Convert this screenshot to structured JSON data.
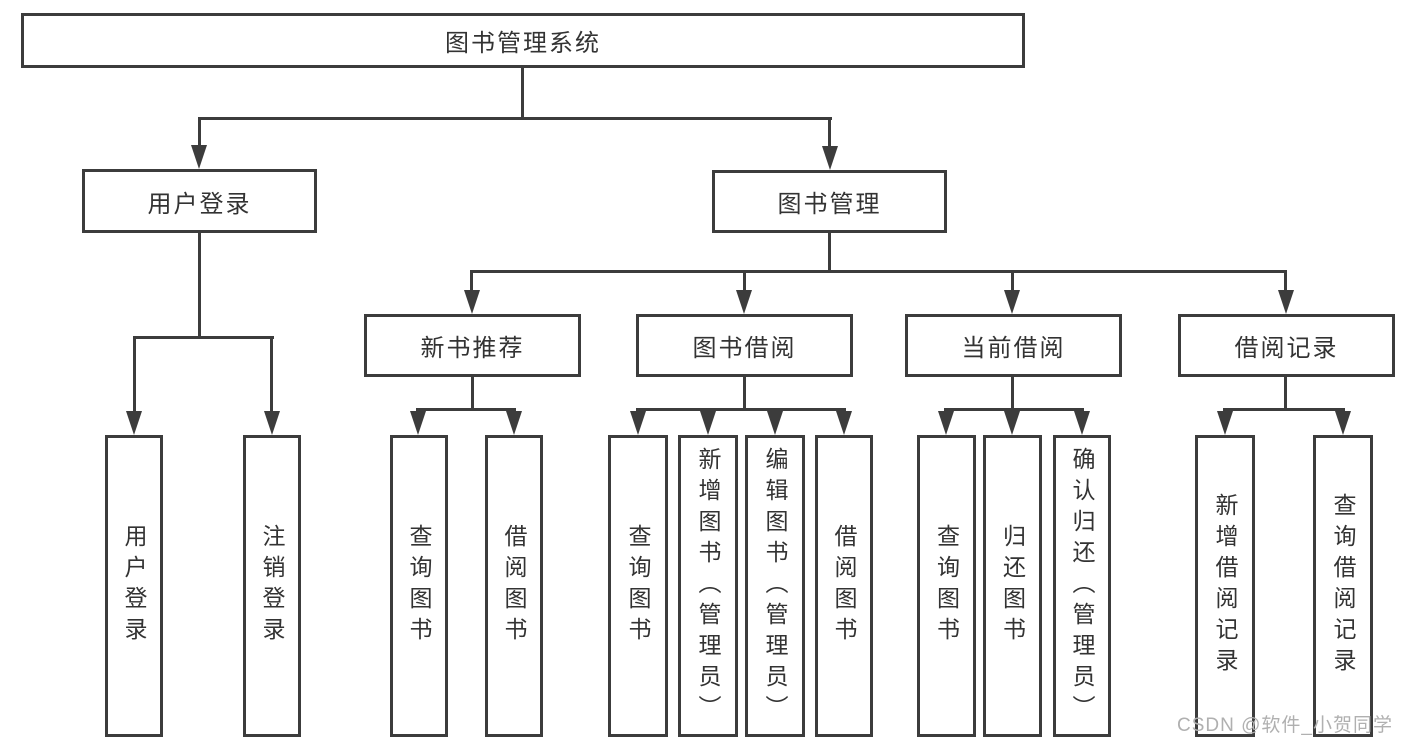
{
  "diagram_title": "图书管理系统",
  "colors": {
    "line": "#3c3c3c",
    "text": "#333333",
    "background": "#ffffff",
    "watermark": "#b0b0b0"
  },
  "tree": {
    "label": "图书管理系统",
    "children": [
      {
        "label": "用户登录",
        "children": [
          {
            "label": "用户登录"
          },
          {
            "label": "注销登录"
          }
        ]
      },
      {
        "label": "图书管理",
        "children": [
          {
            "label": "新书推荐",
            "children": [
              {
                "label": "查询图书"
              },
              {
                "label": "借阅图书"
              }
            ]
          },
          {
            "label": "图书借阅",
            "children": [
              {
                "label": "查询图书"
              },
              {
                "label": "新增图书（管理员）"
              },
              {
                "label": "编辑图书（管理员）"
              },
              {
                "label": "借阅图书"
              }
            ]
          },
          {
            "label": "当前借阅",
            "children": [
              {
                "label": "查询图书"
              },
              {
                "label": "归还图书"
              },
              {
                "label": "确认归还（管理员）"
              }
            ]
          },
          {
            "label": "借阅记录",
            "children": [
              {
                "label": "新增借阅记录"
              },
              {
                "label": "查询借阅记录"
              }
            ]
          }
        ]
      }
    ]
  },
  "watermark": "CSDN @软件_小贺同学"
}
